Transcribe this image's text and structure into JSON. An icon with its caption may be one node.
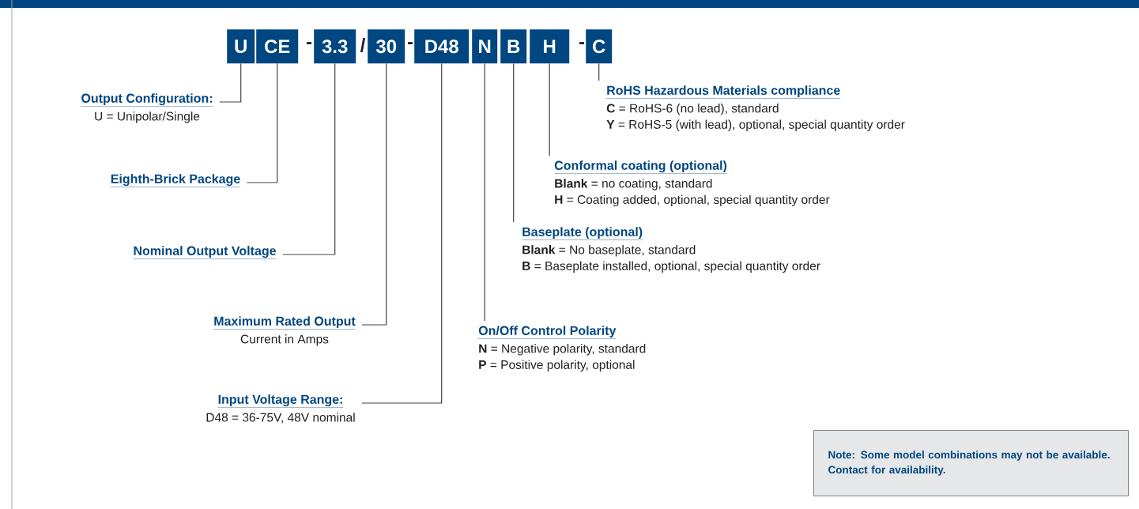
{
  "diagram": {
    "nodes": [
      {
        "text": [
          "U"
        ]
      },
      {
        "text": [
          "CE"
        ]
      },
      {
        "text": [
          "3.3"
        ]
      },
      {
        "text": [
          "30"
        ]
      },
      {
        "text": [
          "D48"
        ]
      },
      {
        "text": [
          "N"
        ]
      },
      {
        "text": [
          "B"
        ]
      },
      {
        "text": [
          "H"
        ]
      },
      {
        "text": [
          "C"
        ]
      },
      {
        "text": [
          "Output Configuration:",
          "U = Unipolar/Single"
        ]
      },
      {
        "text": [
          "Eighth-Brick Package"
        ]
      },
      {
        "text": [
          "Nominal Output Voltage"
        ]
      },
      {
        "text": [
          "Maximum Rated Output",
          "Current in Amps"
        ]
      },
      {
        "text": [
          "Input Voltage Range:",
          "D48 = 36-75V, 48V nominal"
        ]
      },
      {
        "text": [
          "RoHS Hazardous Materials compliance",
          "**C** = RoHS-6 (no lead), standard",
          "**Y** = RoHS-5 (with lead), optional, special quantity order"
        ]
      },
      {
        "text": [
          "Conformal coating (optional)",
          "**Blank** = no coating, standard",
          "**H** = Coating added, optional, special quantity order"
        ]
      },
      {
        "text": [
          "Baseplate (optional)",
          "**Blank** = No baseplate, standard",
          "**B** = Baseplate installed, optional, special quantity order"
        ]
      },
      {
        "text": [
          "On/Off Control Polarity",
          "**N** = Negative polarity, standard",
          "**P** = Positive polarity, optional"
        ]
      },
      {
        "text": [
          "Note: Some model combinations may not be available. Contact for availability."
        ]
      }
    ],
    "edges": [
      {
        "from": 0,
        "to": 9,
        "arrow": "none"
      },
      {
        "from": 1,
        "to": 10,
        "arrow": "none"
      },
      {
        "from": 2,
        "to": 11,
        "arrow": "none"
      },
      {
        "from": 3,
        "to": 12,
        "arrow": "none"
      },
      {
        "from": 4,
        "to": 13,
        "arrow": "none"
      },
      {
        "from": 5,
        "to": 17,
        "arrow": "none"
      },
      {
        "from": 6,
        "to": 16,
        "arrow": "none"
      },
      {
        "from": 7,
        "to": 15,
        "arrow": "none"
      },
      {
        "from": 8,
        "to": 14,
        "arrow": "none"
      }
    ],
    "labels": [
      "-",
      "/",
      "-",
      "-"
    ]
  }
}
